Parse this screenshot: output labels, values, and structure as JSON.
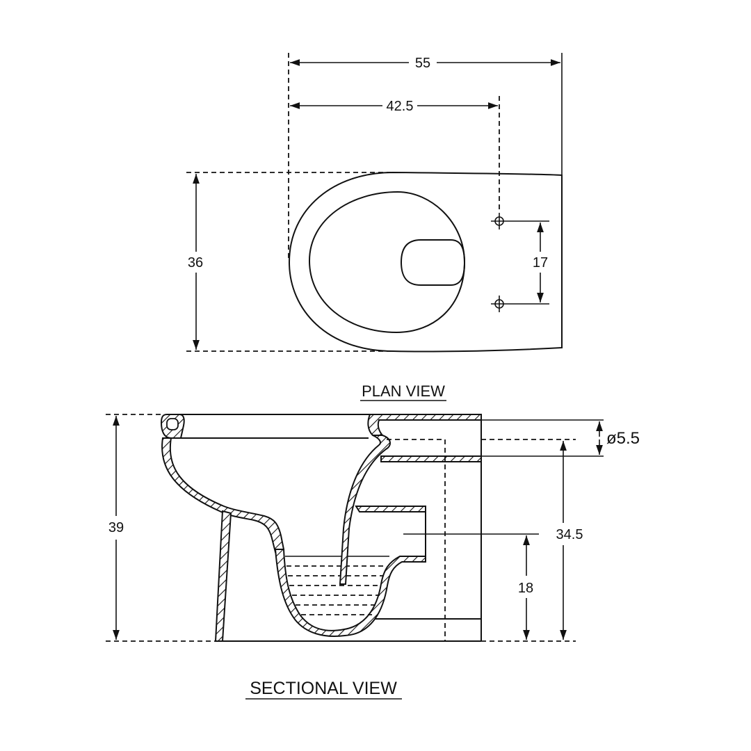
{
  "plan_view": {
    "title": "PLAN VIEW",
    "dimensions": {
      "overall_length": "55",
      "hole_distance": "42.5",
      "width": "36",
      "hole_spacing": "17"
    }
  },
  "sectional_view": {
    "title": "SECTIONAL VIEW",
    "dimensions": {
      "height": "39",
      "inlet_diameter": "ø5.5",
      "inlet_height": "34.5",
      "outlet_height": "18"
    }
  }
}
